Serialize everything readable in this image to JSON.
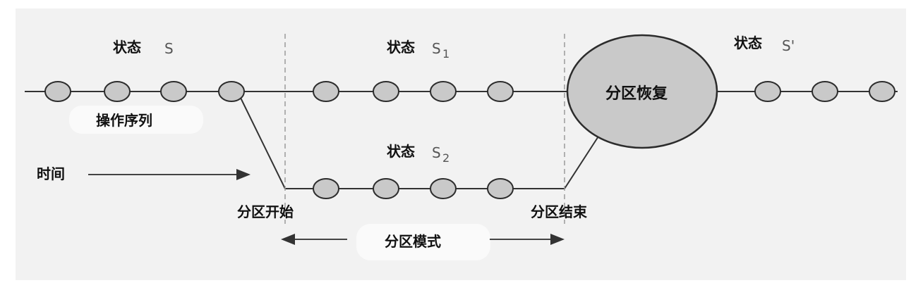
{
  "diagram": {
    "state_label": "状态",
    "state_s": "S",
    "state_s1": "S",
    "state_s1_sub": "1",
    "state_s2": "S",
    "state_s2_sub": "2",
    "state_s_prime": "S'",
    "operation_sequence": "操作序列",
    "time": "时间",
    "partition_recovery": "分区恢复",
    "partition_start": "分区开始",
    "partition_end": "分区结束",
    "partition_mode": "分区模式"
  }
}
